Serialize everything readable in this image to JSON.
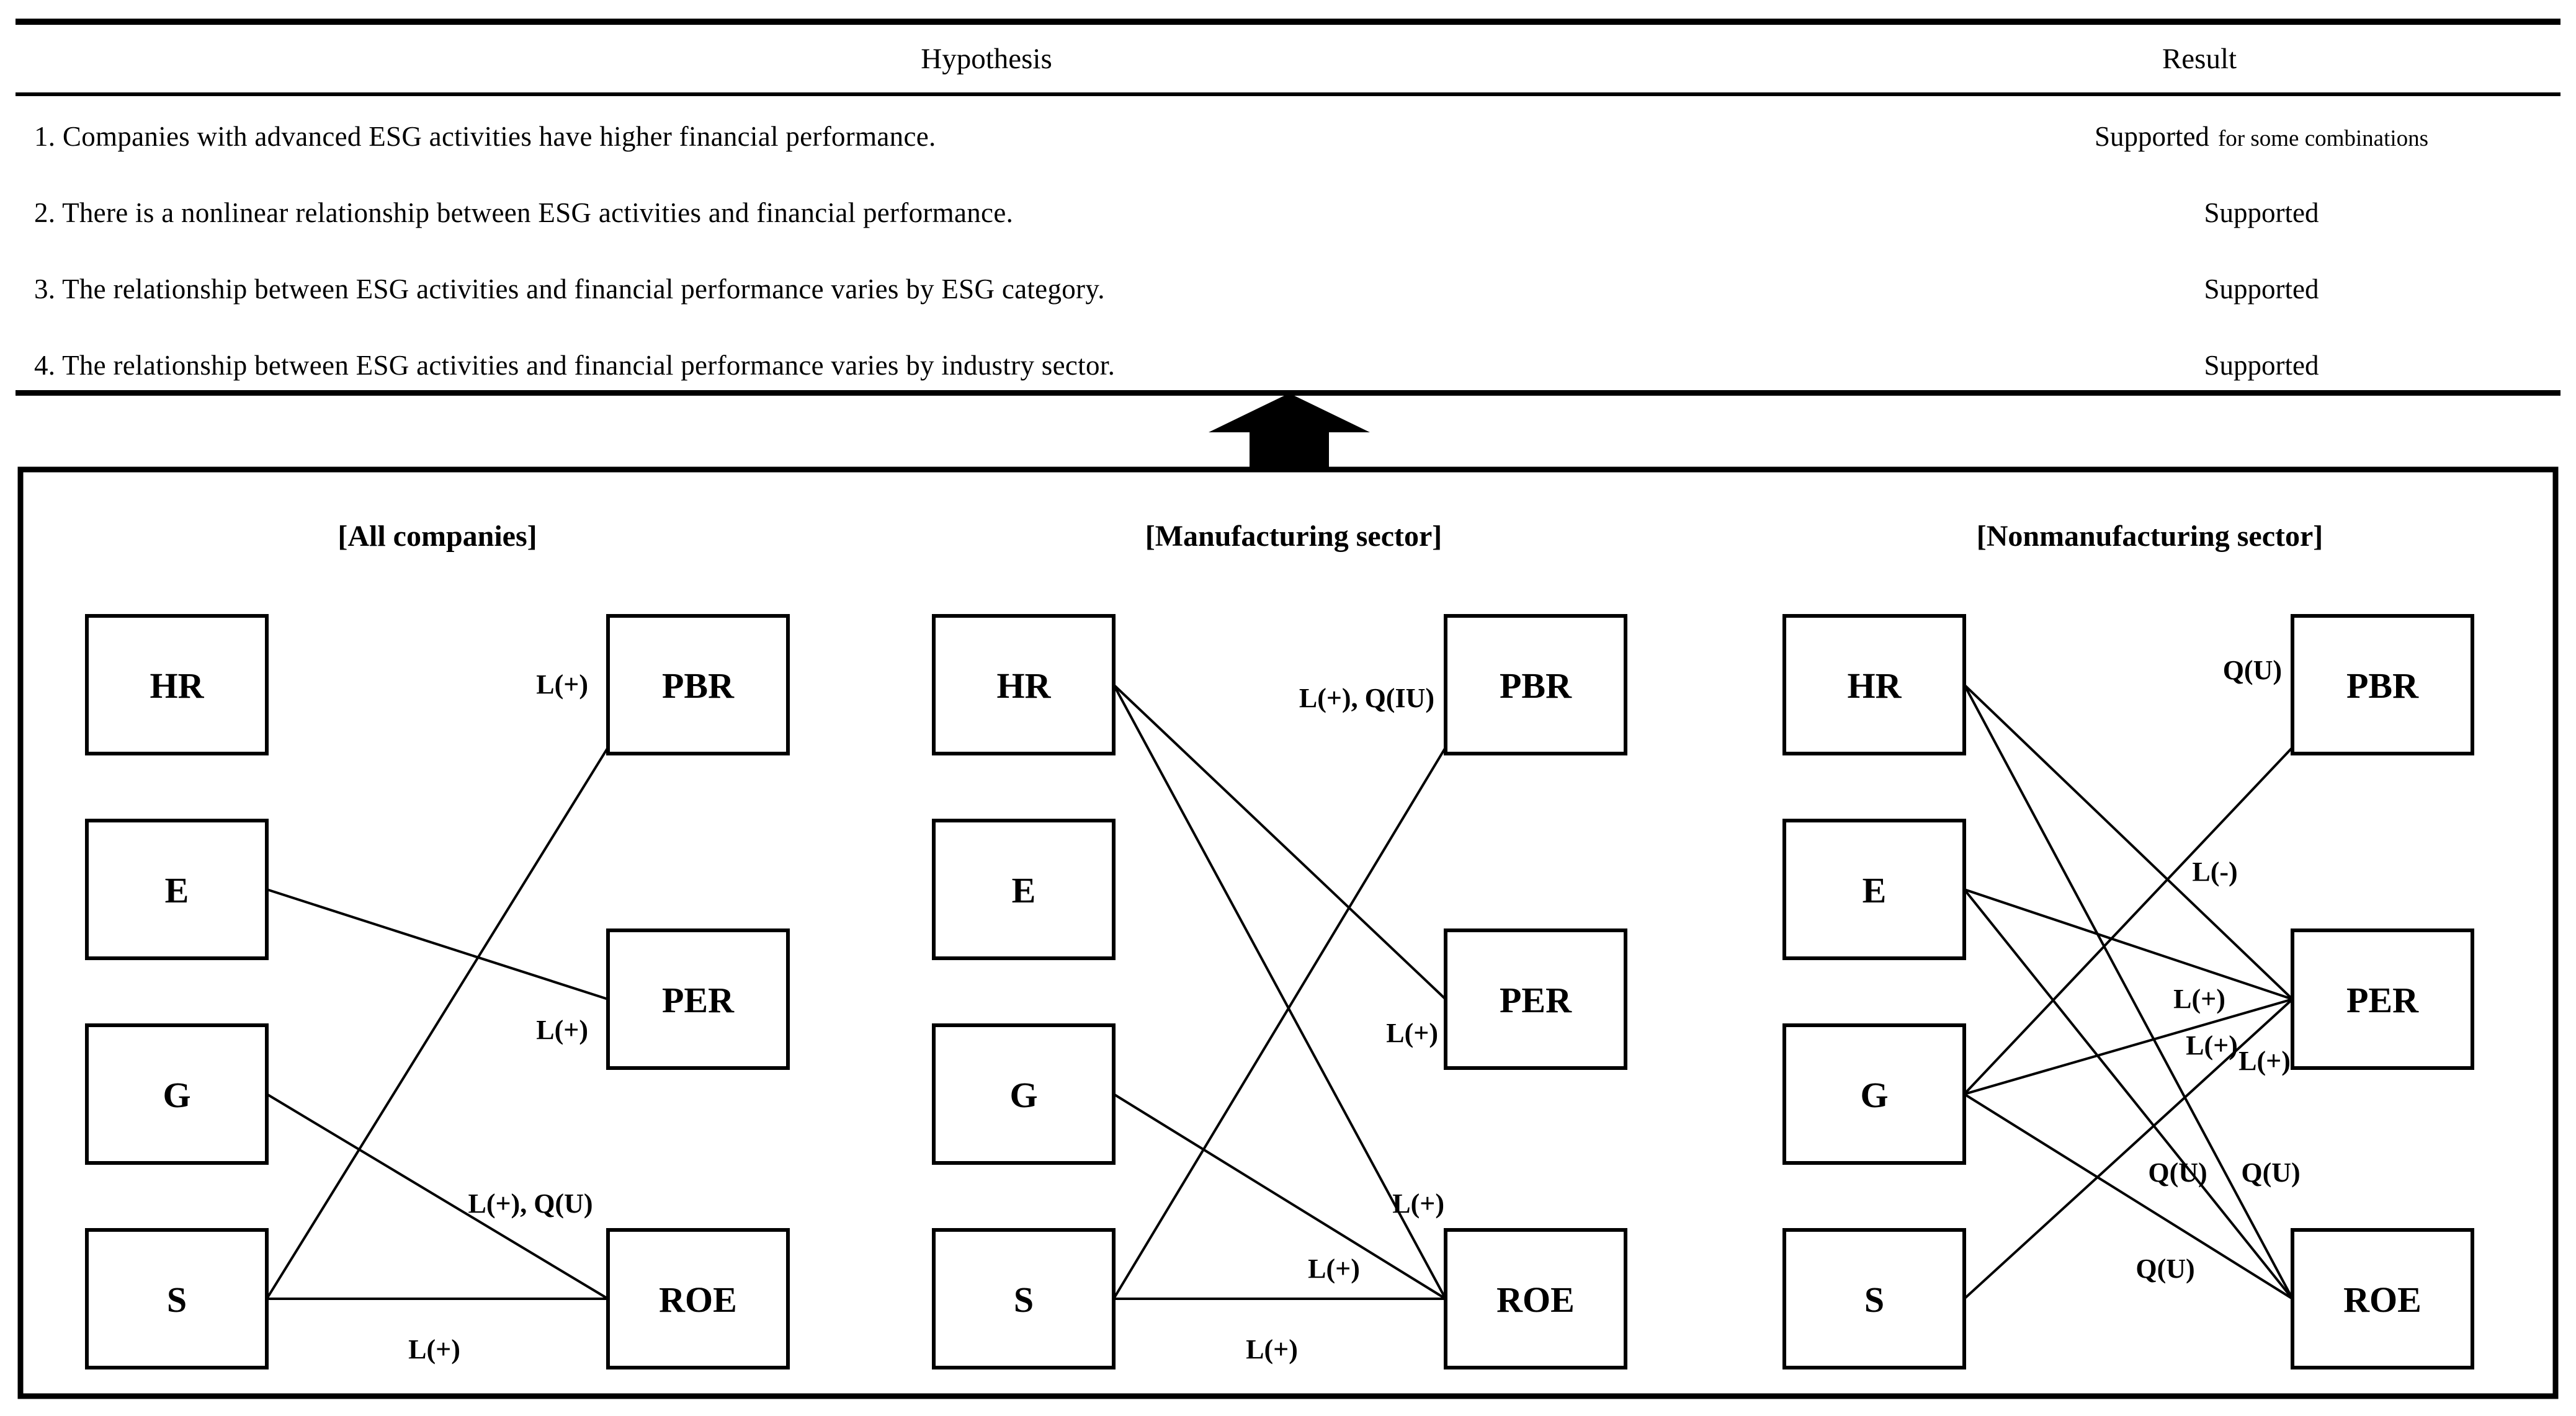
{
  "table": {
    "header": {
      "hypothesis": "Hypothesis",
      "result": "Result"
    },
    "rows": [
      {
        "hypothesis": "1. Companies with advanced ESG activities have higher financial performance.",
        "result": "Supported",
        "result_note": "for some combinations"
      },
      {
        "hypothesis": "2. There is a nonlinear relationship between ESG activities and financial performance.",
        "result": "Supported",
        "result_note": ""
      },
      {
        "hypothesis": "3. The relationship between ESG activities and financial performance varies by ESG category.",
        "result": "Supported",
        "result_note": ""
      },
      {
        "hypothesis": "4. The relationship between ESG activities and financial performance varies by industry sector.",
        "result": "Supported",
        "result_note": ""
      }
    ]
  },
  "arrow": {
    "direction": "up"
  },
  "diagram": {
    "colors": {
      "ink": "#000000",
      "background": "#ffffff"
    },
    "panels": [
      {
        "title": "[All companies]",
        "left_boxes": [
          "HR",
          "E",
          "G",
          "S"
        ],
        "right_boxes": [
          "PBR",
          "PER",
          "ROE"
        ],
        "edges": [
          {
            "from": "S",
            "to": "PBR",
            "label": "L(+)"
          },
          {
            "from": "E",
            "to": "PER",
            "label": "L(+)"
          },
          {
            "from": "G",
            "to": "ROE",
            "label": "L(+), Q(U)"
          },
          {
            "from": "S",
            "to": "ROE",
            "label": "L(+)"
          }
        ]
      },
      {
        "title": "[Manufacturing sector]",
        "left_boxes": [
          "HR",
          "E",
          "G",
          "S"
        ],
        "right_boxes": [
          "PBR",
          "PER",
          "ROE"
        ],
        "edges": [
          {
            "from": "S",
            "to": "PBR",
            "label": "L(+), Q(IU)"
          },
          {
            "from": "HR",
            "to": "PER",
            "label": "L(+)"
          },
          {
            "from": "HR",
            "to": "ROE",
            "label": "L(+)"
          },
          {
            "from": "G",
            "to": "ROE",
            "label": "L(+)"
          },
          {
            "from": "S",
            "to": "ROE",
            "label": "L(+)"
          }
        ]
      },
      {
        "title": "[Nonmanufacturing sector]",
        "left_boxes": [
          "HR",
          "E",
          "G",
          "S"
        ],
        "right_boxes": [
          "PBR",
          "PER",
          "ROE"
        ],
        "edges": [
          {
            "from": "G",
            "to": "PBR",
            "label": "Q(U)"
          },
          {
            "from": "HR",
            "to": "PER",
            "label": "L(-)"
          },
          {
            "from": "E",
            "to": "PER",
            "label": "L(+)"
          },
          {
            "from": "G",
            "to": "PER",
            "label": "L(+)"
          },
          {
            "from": "S",
            "to": "PER",
            "label": "L(+)"
          },
          {
            "from": "HR",
            "to": "ROE",
            "label": "Q(U)"
          },
          {
            "from": "E",
            "to": "ROE",
            "label": "Q(U)"
          },
          {
            "from": "G",
            "to": "ROE",
            "label": "Q(U)"
          }
        ]
      }
    ]
  }
}
